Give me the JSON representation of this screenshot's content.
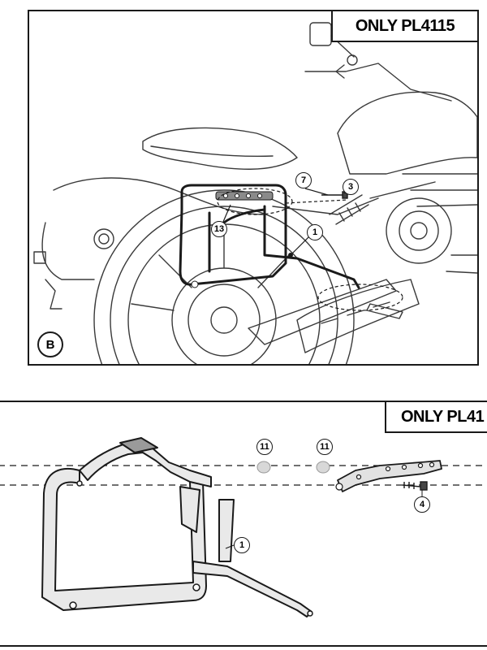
{
  "top_panel": {
    "tag": "ONLY PL4115",
    "step_label": "B",
    "callouts": [
      "7",
      "3",
      "1",
      "13"
    ]
  },
  "bottom_panel": {
    "tag": "ONLY PL41",
    "callouts": [
      "11",
      "11",
      "1",
      "4"
    ]
  }
}
